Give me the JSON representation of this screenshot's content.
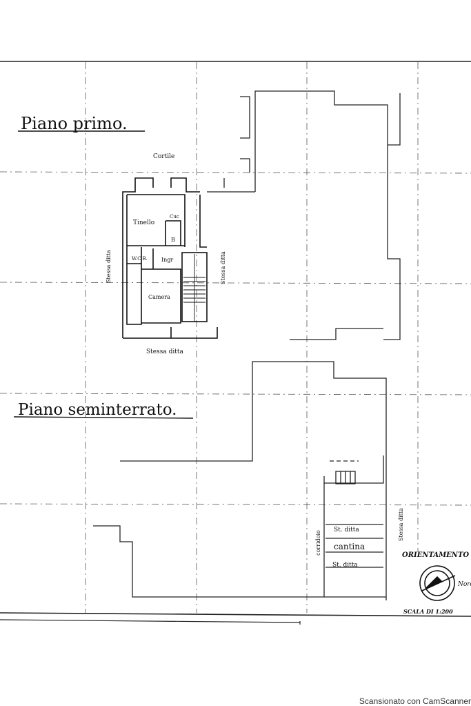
{
  "floors": {
    "first_floor_title": "Piano primo.",
    "basement_title": "Piano seminterrato."
  },
  "rooms": {
    "cortile": "Cortile",
    "tinello": "Tinello",
    "cuc": "Cuc",
    "b": "B",
    "wc": "W.C.B.",
    "ingr": "Ingr",
    "camera": "Camera",
    "cantina": "cantina"
  },
  "neighbors": {
    "left": "Stessa ditta",
    "right": "Stessa ditta",
    "bottom": "Stessa ditta",
    "basement_right": "Stessa ditta",
    "corridoio": "corridoio",
    "st_ditta_top": "St. ditta",
    "st_ditta_bottom": "St. ditta"
  },
  "orientation": {
    "label": "ORIENTAMENTO",
    "north": "Nord"
  },
  "scale": "SCALA DI 1:200",
  "footer": "Scansionato con CamScanner"
}
